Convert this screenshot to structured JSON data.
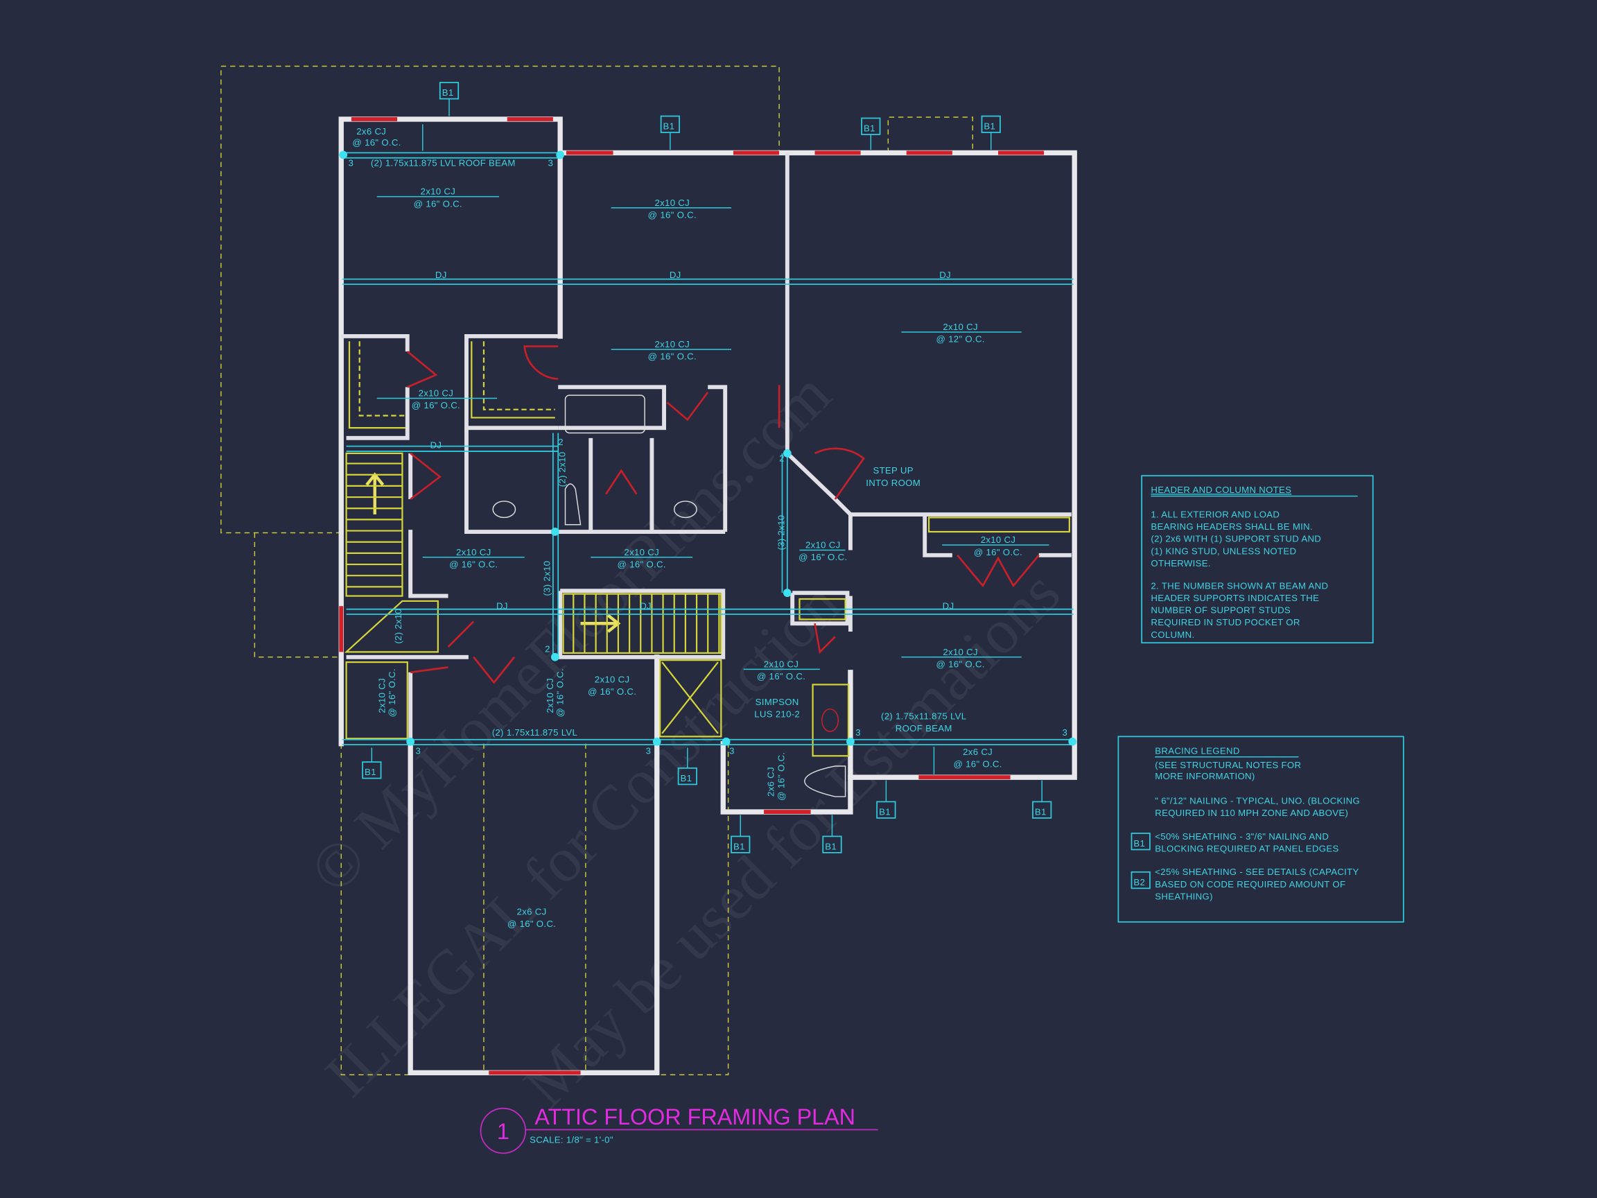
{
  "colors": {
    "background": "#272b3f",
    "cad_text": "#3fd3e3",
    "walls": "#e8e8ec",
    "windows": "#d0202a",
    "roof_outline": "#c9c93a",
    "title": "#e22be0"
  },
  "title": {
    "number": "1",
    "text": "ATTIC FLOOR FRAMING PLAN",
    "scale": "SCALE: 1/8\" = 1'-0\""
  },
  "watermarks": [
    "© MyHomeFloorPlans.com",
    "ILLEGAL for Construction",
    "May be used for Estimations"
  ],
  "markers": {
    "b1": "B1",
    "b2": "B2"
  },
  "plan": {
    "cj_2x6": "2x6 CJ",
    "cj_2x10": "2x10 CJ",
    "oc16": "@ 16\" O.C.",
    "oc12": "@ 12\" O.C.",
    "dj": "DJ",
    "roof_beam": "(2) 1.75x11.875 LVL ROOF BEAM",
    "lvl": "(2) 1.75x11.875 LVL",
    "roof_beam_line2": "ROOF BEAM",
    "hdr_2_2x10": "(2) 2x10",
    "hdr_3_2x10": "(3) 2x10",
    "simpson": [
      "SIMPSON",
      "LUS 210-2"
    ],
    "step_up": [
      "STEP UP",
      "INTO ROOM"
    ],
    "support_3": "3",
    "support_2": "2"
  },
  "header_notes": {
    "title": "HEADER AND COLUMN NOTES",
    "lines": [
      "1. ALL EXTERIOR AND LOAD",
      "BEARING HEADERS SHALL BE MIN.",
      "(2) 2x6 WITH (1) SUPPORT STUD AND",
      "(1) KING STUD, UNLESS NOTED",
      "OTHERWISE.",
      "2. THE NUMBER SHOWN AT BEAM AND",
      "HEADER SUPPORTS INDICATES THE",
      "NUMBER OF SUPPORT STUDS",
      "REQUIRED IN STUD POCKET OR",
      "COLUMN."
    ]
  },
  "bracing_legend": {
    "title": "BRACING LEGEND",
    "sub": [
      "(SEE STRUCTURAL NOTES FOR",
      "MORE INFORMATION)"
    ],
    "typical": [
      "\" 6\"/12\" NAILING - TYPICAL, UNO. (BLOCKING",
      "REQUIRED IN 110 MPH ZONE AND ABOVE)"
    ],
    "b1": [
      "<50% SHEATHING - 3\"/6\" NAILING AND",
      "BLOCKING REQUIRED AT PANEL EDGES"
    ],
    "b2": [
      "<25% SHEATHING - SEE DETAILS (CAPACITY",
      "BASED ON CODE REQUIRED AMOUNT OF",
      "SHEATHING)"
    ]
  }
}
